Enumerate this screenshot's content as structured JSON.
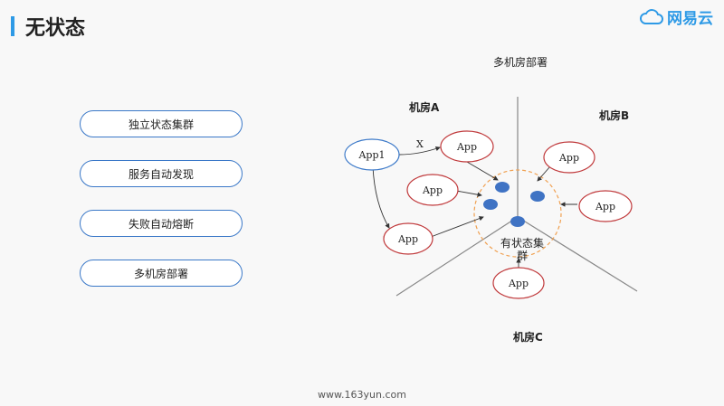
{
  "header": {
    "title": "无状态"
  },
  "logo": {
    "text": "网易云"
  },
  "left_list": {
    "items": [
      "独立状态集群",
      "服务自动发现",
      "失败自动熔断",
      "多机房部署"
    ]
  },
  "diagram": {
    "heading": "多机房部署",
    "rooms": {
      "a": "机房A",
      "b": "机房B",
      "c": "机房C"
    },
    "nodes": {
      "app1": "App1",
      "app_a_top": "App",
      "app_a_mid": "App",
      "app_a_bottom": "App",
      "app_b_top": "App",
      "app_b_right": "App",
      "app_c": "App"
    },
    "edge_label_x": "X",
    "cluster_label": "有状态集群"
  },
  "footer": {
    "url": "www.163yun.com"
  },
  "colors": {
    "accent": "#2e9ae6",
    "app1_border": "#3a78c8",
    "app_border": "#c0393b",
    "cluster_border": "#f0a050",
    "dot": "#3f73c4"
  }
}
